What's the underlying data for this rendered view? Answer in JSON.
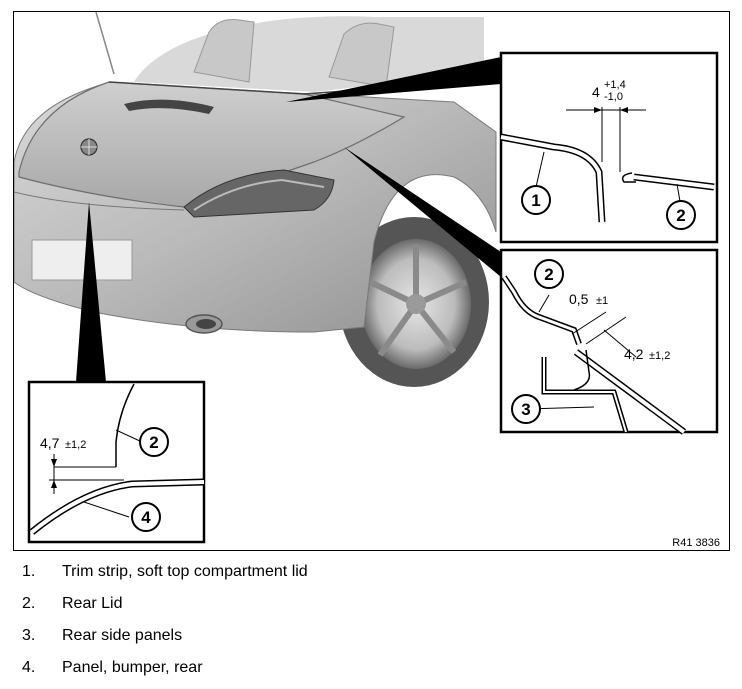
{
  "figure": {
    "reference_code": "R41 3836",
    "callouts": [
      "1",
      "2",
      "3",
      "4"
    ],
    "dimensions": {
      "gap_top": {
        "value": "4",
        "tol_plus": "+1,4",
        "tol_minus": "-1,0"
      },
      "gap_mid_a": {
        "value": "0,5",
        "tol": "±1"
      },
      "gap_mid_b": {
        "value": "4,2",
        "tol": "±1,2"
      },
      "gap_bottom": {
        "value": "4,7",
        "tol": "±1,2"
      }
    }
  },
  "legend": [
    {
      "num": "1.",
      "text": "Trim strip, soft top compartment lid"
    },
    {
      "num": "2.",
      "text": "Rear Lid"
    },
    {
      "num": "3.",
      "text": "Rear side panels"
    },
    {
      "num": "4.",
      "text": "Panel, bumper, rear"
    }
  ]
}
